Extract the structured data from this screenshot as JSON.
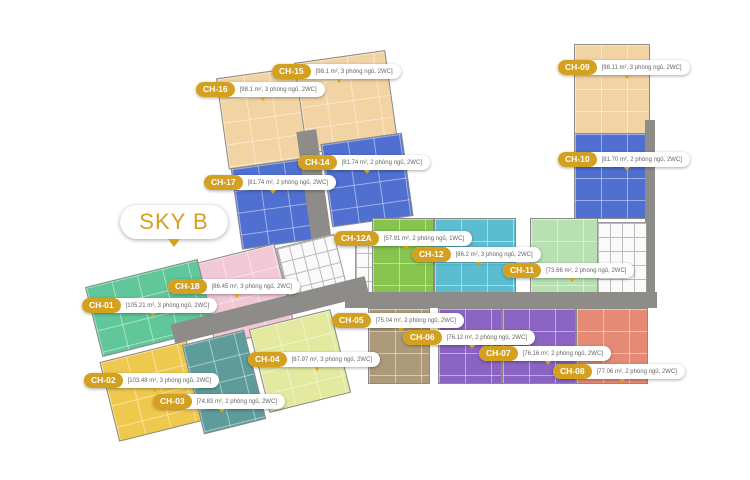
{
  "building": {
    "name": "SKY B"
  },
  "colors": {
    "label_accent": "#d4a020",
    "corridor": "#8e8c89",
    "CH-01": "#5fc79a",
    "CH-02": "#efc94e",
    "CH-03": "#5e9c9b",
    "CH-04": "#e3ea9f",
    "CH-05": "#ac9a7a",
    "CH-06": "#8b64c3",
    "CH-07": "#8b64c3",
    "CH-08": "#e58a74",
    "CH-09": "#f2d3a3",
    "CH-10": "#4f6fd1",
    "CH-11": "#b9e0b3",
    "CH-12": "#5cbdd1",
    "CH-12A": "#86c34f",
    "CH-14": "#4f6fd1",
    "CH-15": "#f2d3a3",
    "CH-16": "#f2d3a3",
    "CH-17": "#4f6fd1",
    "CH-18": "#f1c8d6"
  },
  "units": [
    {
      "code": "CH-15",
      "area": "[98.1 m², 3 phòng ngủ, 2WC]"
    },
    {
      "code": "CH-16",
      "area": "[98.1 m², 3 phòng ngủ, 2WC]"
    },
    {
      "code": "CH-14",
      "area": "[81.74 m², 2 phòng ngủ, 2WC]"
    },
    {
      "code": "CH-17",
      "area": "[81.74 m², 2 phòng ngủ, 2WC]"
    },
    {
      "code": "CH-09",
      "area": "[98.11 m², 3 phòng ngủ, 2WC]"
    },
    {
      "code": "CH-10",
      "area": "[81.70 m², 2 phòng ngủ, 2WC]"
    },
    {
      "code": "CH-12A",
      "area": "[57.91 m², 2 phòng ngủ, 1WC]"
    },
    {
      "code": "CH-12",
      "area": "[86.2 m², 3 phòng ngủ, 2WC]"
    },
    {
      "code": "CH-11",
      "area": "[73.66  m², 2 phòng ngủ, 2WC]"
    },
    {
      "code": "CH-18",
      "area": "[86.45 m², 3 phòng ngủ, 2WC]"
    },
    {
      "code": "CH-01",
      "area": "[105.21 m², 3 phòng ngủ, 2WC]"
    },
    {
      "code": "CH-05",
      "area": "[75.04 m², 2 phòng ngủ, 2WC]"
    },
    {
      "code": "CH-06",
      "area": "[76.12 m², 2 phòng ngủ, 2WC]"
    },
    {
      "code": "CH-04",
      "area": "[87.97 m², 3 phòng ngủ, 2WC]"
    },
    {
      "code": "CH-07",
      "area": "[76.16 m², 2 phòng ngủ, 2WC]"
    },
    {
      "code": "CH-02",
      "area": "[103.48 m², 3 phòng ngủ, 2WC]"
    },
    {
      "code": "CH-08",
      "area": "[77.06 m², 2 phòng ngủ, 2WC]"
    },
    {
      "code": "CH-03",
      "area": "[74.83 m², 2 phòng ngủ, 2WC]"
    }
  ]
}
